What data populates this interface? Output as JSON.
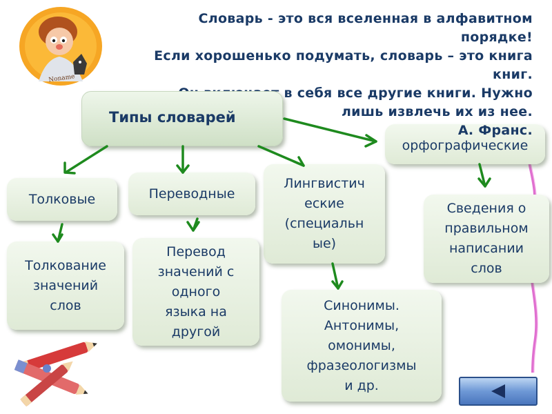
{
  "quote": {
    "lines": [
      "Словарь - это вся вселенная в алфавитном",
      "порядке!",
      "Если хорошенько подумать, словарь – это книга",
      "книг.",
      "Он включает в себя все другие книги. Нужно",
      "лишь извлечь их из нее.",
      "А. Франс."
    ]
  },
  "diagram": {
    "root": "Типы словарей",
    "types": {
      "tolkovye": "Толковые",
      "perevodnye": "Переводные",
      "lingvisticheskie": [
        "Лингвистич",
        "еские",
        "(специальн",
        "ые)"
      ],
      "orfograficheskie": "орфографические"
    },
    "descriptions": {
      "tolkovye": [
        "Толкование",
        "значений",
        "слов"
      ],
      "perevodnye": [
        "Перевод",
        "значений с",
        "одного",
        "языка на",
        "другой"
      ],
      "lingvisticheskie": [
        "Синонимы.",
        "Антонимы,",
        "омонимы,",
        "фразеологизмы",
        "и др."
      ],
      "orfograficheskie": [
        "Сведения о",
        "правильном",
        "написании",
        "слов"
      ]
    }
  },
  "colors": {
    "text": "#1a3a66",
    "arrow": "#1e8a1e",
    "box_fill": "#e6f0df",
    "ribbon": "#e070d0"
  },
  "icons": {
    "portrait": "cartoon-boy-portrait",
    "pencils": "pencils-icon",
    "nav": "back-arrow-icon"
  }
}
